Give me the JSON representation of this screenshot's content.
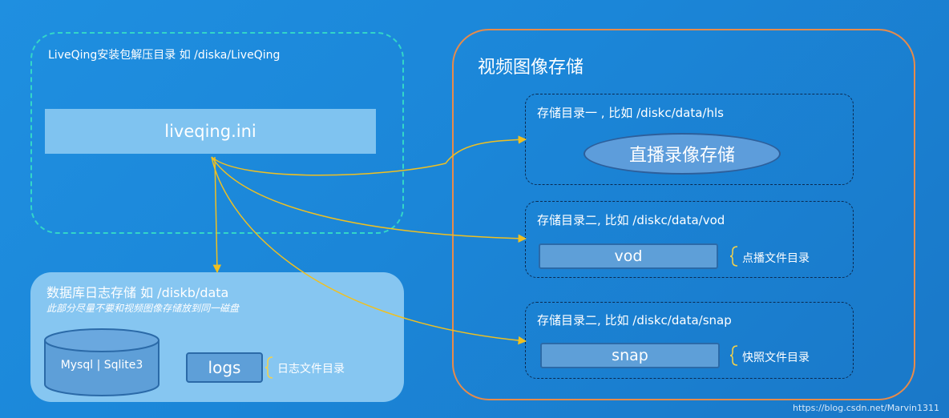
{
  "install": {
    "title": "LiveQing安装包解压目录 如 /diska/LiveQing",
    "ini_file": "liveqing.ini"
  },
  "database": {
    "title": "数据库日志存储 如 /diskb/data",
    "note": "此部分尽量不要和视频图像存储放到同一磁盘",
    "db_label": "Mysql | Sqlite3",
    "logs_label": "logs",
    "logs_desc": "日志文件目录"
  },
  "storage": {
    "title": "视频图像存储",
    "dir1_title": "存储目录一 , 比如 /diskc/data/hls",
    "dir1_item": "直播录像存储",
    "dir2_title": "存储目录二, 比如 /diskc/data/vod",
    "dir2_item": "vod",
    "dir2_desc": "点播文件目录",
    "dir3_title": "存储目录二, 比如 /diskc/data/snap",
    "dir3_item": "snap",
    "dir3_desc": "快照文件目录"
  },
  "watermark": "https://blog.csdn.net/Marvin1311",
  "colors": {
    "background": "#1b86d8",
    "arrow": "#f0c020",
    "install_border": "#33d6c8",
    "storage_border": "#e88b4a"
  }
}
